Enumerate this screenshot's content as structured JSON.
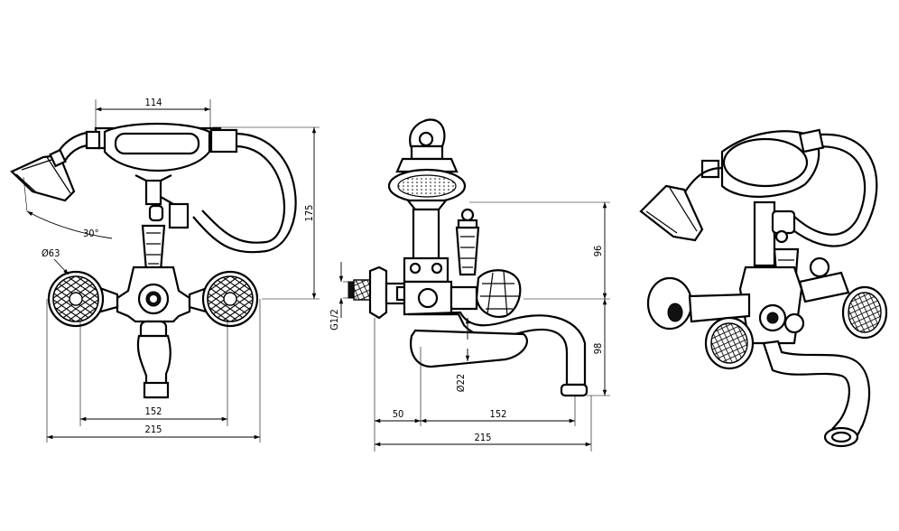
{
  "front_view": {
    "dims": {
      "handset_length": "114",
      "total_height": "175",
      "spray_angle": "30°",
      "knob_diameter": "Ø63",
      "centers": "152",
      "overall_width": "215"
    }
  },
  "side_view": {
    "dims": {
      "upper_height": "96",
      "lower_height": "98",
      "thread": "G1/2",
      "spout_diameter": "Ø22",
      "wall_offset": "50",
      "spout_reach": "152",
      "overall_depth": "215"
    }
  }
}
